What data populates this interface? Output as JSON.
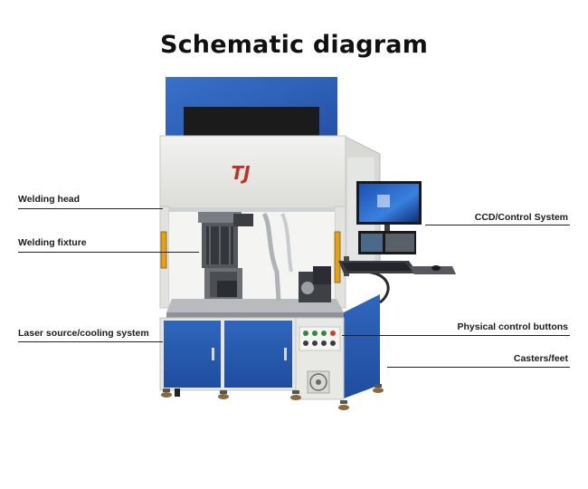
{
  "title": "Schematic diagram",
  "labels": {
    "welding_head": "Welding head",
    "welding_fixture": "Welding fixture",
    "laser_source": "Laser source/cooling system",
    "ccd_control": "CCD/Control System",
    "control_buttons": "Physical control buttons",
    "casters": "Casters/feet"
  },
  "logo": "TJ",
  "colors": {
    "cabinet_blue": "#2b5fb8",
    "frame_white": "#ececea",
    "safety_amber": "#e0a21a"
  }
}
